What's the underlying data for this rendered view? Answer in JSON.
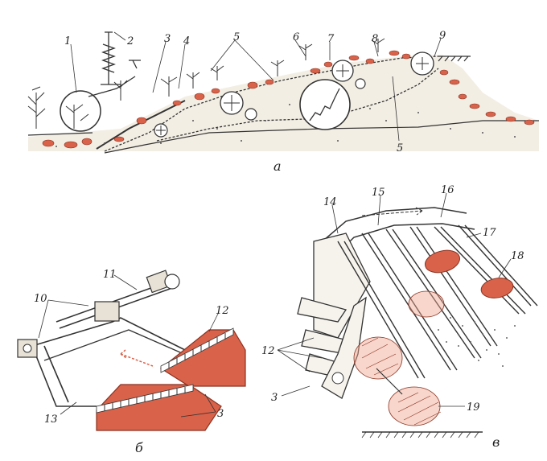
{
  "colors": {
    "ink": "#333333",
    "accent": "#d9624a",
    "accent_light": "#f0a48e",
    "soil": "#f3eee4"
  },
  "panels": {
    "a": "а",
    "b": "б",
    "c": "в"
  },
  "labels": {
    "n1": "1",
    "n2": "2",
    "n3": "3",
    "n4": "4",
    "n5": "5",
    "n6": "6",
    "n7": "7",
    "n8": "8",
    "n9": "9",
    "n5b": "5",
    "n10": "10",
    "n11": "11",
    "n12b": "12",
    "n13": "13",
    "n3b": "3",
    "n14": "14",
    "n15": "15",
    "n16": "16",
    "n17": "17",
    "n18": "18",
    "n12c": "12",
    "n3c": "3",
    "n19": "19"
  }
}
